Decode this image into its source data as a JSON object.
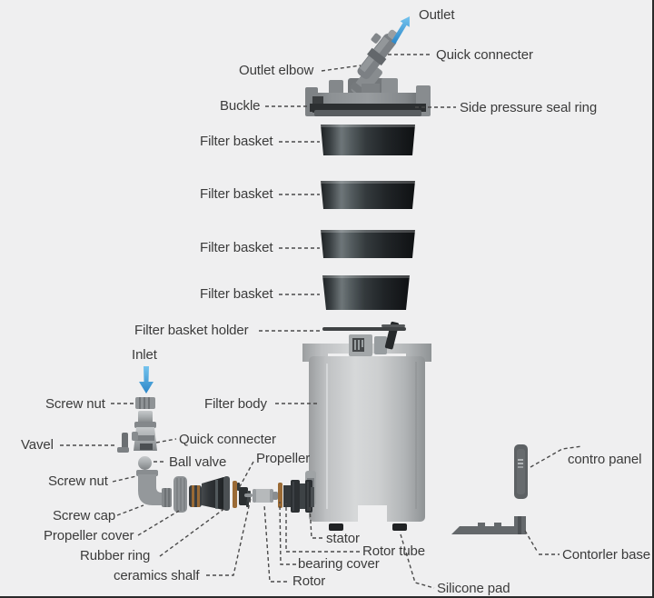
{
  "diagram": {
    "subject": "aquarium canister filter exploded parts diagram",
    "background_color": "#efeff0",
    "text_color": "#3b3b3b",
    "leader_line_color": "#4a4a4a",
    "flow_arrow_color": "#3598d8"
  },
  "labels": {
    "outlet": "Outlet",
    "quick_connecter_top": "Quick connecter",
    "outlet_elbow": "Outlet elbow",
    "buckle": "Buckle",
    "side_pressure_seal_ring": "Side pressure seal ring",
    "filter_basket": "Filter basket",
    "filter_basket_holder": "Filter basket holder",
    "inlet": "Inlet",
    "screw_nut_top": "Screw nut",
    "filter_body": "Filter body",
    "vavel": "Vavel",
    "quick_connecter_bottom": "Quick connecter",
    "ball_valve": "Ball valve",
    "screw_nut_bottom": "Screw nut",
    "propeller": "Propeller",
    "screw_cap": "Screw cap",
    "propeller_cover": "Propeller cover",
    "rubber_ring": "Rubber ring",
    "ceramics_shalf": "ceramics shalf",
    "rotor": "Rotor",
    "bearing_cover": "bearing cover",
    "stator": "stator",
    "rotor_tube": "Rotor tube",
    "silicone_pad": "Silicone pad",
    "contro_panel": "contro panel",
    "contorler_base": "Contorler base"
  }
}
